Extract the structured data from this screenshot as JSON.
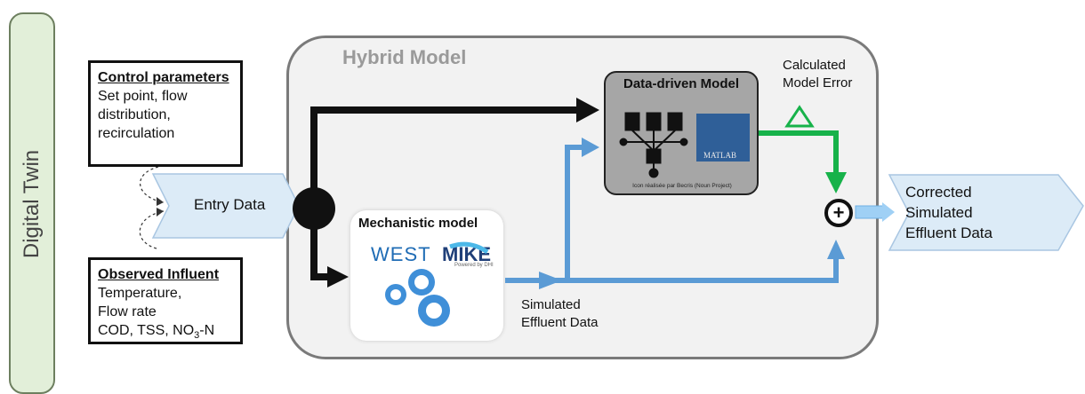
{
  "side_label": "Digital Twin",
  "hybrid_title": "Hybrid Model",
  "control": {
    "heading": "Control parameters",
    "lines": [
      "Set point, flow",
      "distribution,",
      "recirculation"
    ]
  },
  "influent": {
    "heading": "Observed Influent",
    "lines": [
      "Temperature,",
      "Flow rate"
    ],
    "last_prefix": "COD, TSS, NO",
    "last_sub": "3",
    "last_suffix": "-N"
  },
  "entry_label": "Entry Data",
  "mechanistic": {
    "title": "Mechanistic model",
    "logo_west": "WEST",
    "logo_mike": "MIKE",
    "logo_powered": "Powered by DHI"
  },
  "data_driven": {
    "title": "Data-driven Model",
    "matlab": "MATLAB",
    "credit": "Icon réalisée par Becris (Noun Project)"
  },
  "calculated_error": [
    "Calculated",
    "Model Error"
  ],
  "simulated_effluent": [
    "Simulated",
    "Effluent Data"
  ],
  "plus_symbol": "+",
  "corrected_output": [
    "Corrected",
    "Simulated",
    "Effluent Data"
  ],
  "colors": {
    "side_band": "#e2efd9",
    "flow_blue": "#5b9bd5",
    "error_green": "#17b24a",
    "control_black": "#111111",
    "hybrid_fill": "#f2f2f2"
  }
}
